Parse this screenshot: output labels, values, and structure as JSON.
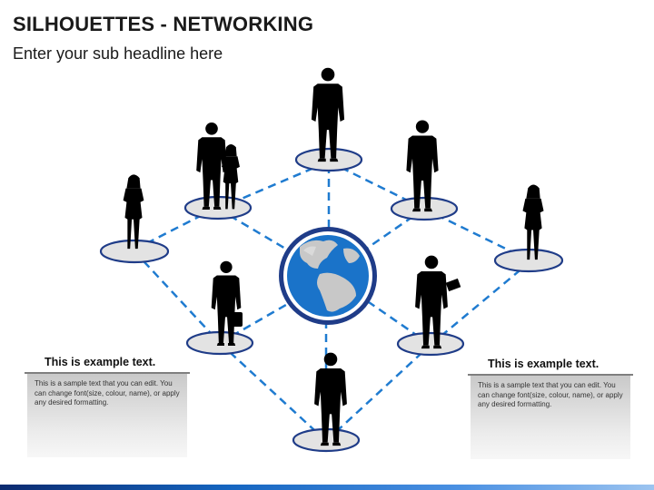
{
  "header": {
    "title": "SILHOUETTES - NETWORKING",
    "subtitle": "Enter your sub headline here"
  },
  "textboxes": [
    {
      "heading": "This is example text.",
      "body": "This is a sample text that you can edit. You can change font(size, colour, name), or apply any desired formatting."
    },
    {
      "heading": "This is example text.",
      "body": "This is a sample text that you can edit. You can change font(size, colour, name), or apply any desired formatting."
    }
  ],
  "colors": {
    "connector": "#1f7bd0",
    "platform_stroke": "#1f3c88",
    "platform_fill": "#e3e3e3",
    "globe_ocean": "#1a73c9",
    "globe_land": "#c8c8c8",
    "silhouette": "#000000"
  },
  "nodes": [
    "person-group-pair",
    "person-woman-left",
    "person-man-top",
    "person-man-top-right",
    "person-woman-right",
    "person-man-briefcase",
    "person-man-tablet",
    "person-man-bottom"
  ],
  "center_icon": "globe-icon"
}
